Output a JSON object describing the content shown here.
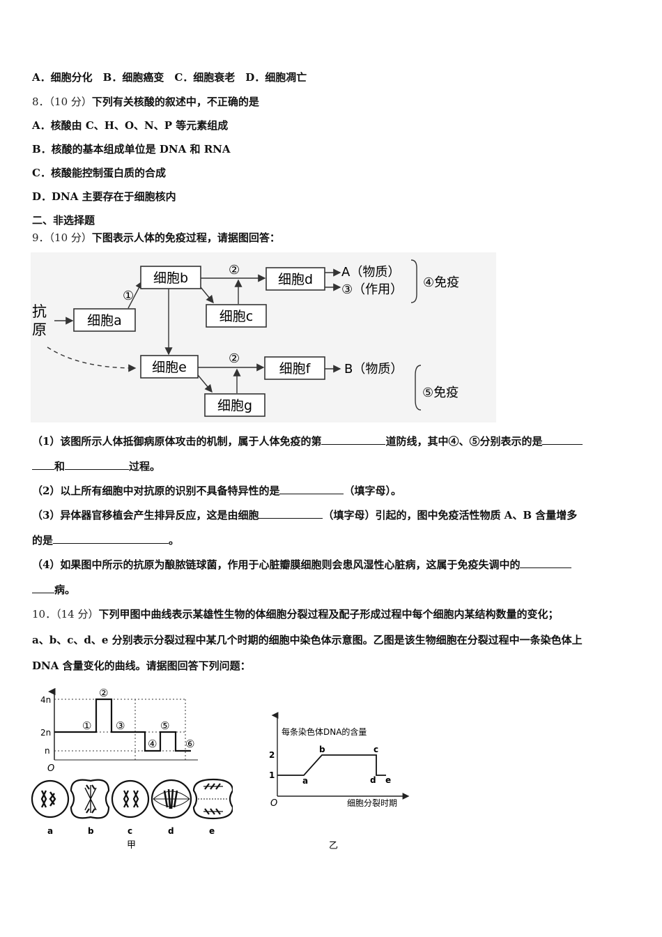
{
  "q7": {
    "options": "A．细胞分化　B．细胞癌变　C．细胞衰老　D．细胞凋亡"
  },
  "q8": {
    "number": "8．",
    "score": "（10 分）",
    "stem": "下列有关核酸的叙述中，不正确的是",
    "options": [
      "A．核酸由 C、H、O、N、P 等元素组成",
      "B．核酸的基本组成单位是 DNA 和 RNA",
      "C．核酸能控制蛋白质的合成",
      "D．DNA 主要存在于细胞核内"
    ]
  },
  "section2": {
    "title": "二、非选择题"
  },
  "q9": {
    "number": "9．",
    "score": "（10 分）",
    "stem": "下图表示人体的免疫过程，请据图回答：",
    "diagram": {
      "antigen": "抗原",
      "cell_a": "细胞a",
      "cell_b": "细胞b",
      "cell_c_upper": "细胞c",
      "cell_d": "细胞d",
      "cell_e": "细胞e",
      "cell_f": "细胞f",
      "cell_g": "细胞g",
      "step1": "①",
      "step2_upper": "②",
      "step2_lower": "②",
      "product_a": "A（物质）",
      "product_3": "③（作用）",
      "product_b": "B（物质）",
      "immunity_4": "④免疫",
      "immunity_5": "⑤免疫"
    },
    "sub1_part1": "（1）该图所示人体抵御病原体攻击的机制，属于人体免疫的第",
    "sub1_part2": "道防线，其中④、⑤分别表示的是",
    "sub1_part3": "和",
    "sub1_part4": "过程。",
    "sub2_part1": "（2）以上所有细胞中对抗原的识别不具备特异性的是",
    "sub2_part2": "（填字母）。",
    "sub3_part1": "（3）异体器官移植会产生排异反应，这是由细胞",
    "sub3_part2": "（填字母）引起的，图中免疫活性物质 A、B 含量增多",
    "sub3_part3": "的是",
    "sub3_part4": "。",
    "sub4_part1": "（4）如果图中所示的抗原为酿脓链球菌，作用于心脏瓣膜细胞则会患风湿性心脏病，这属于免疫失调中的",
    "sub4_part2": "病。"
  },
  "q10": {
    "number": "10．",
    "score": "（14 分）",
    "stem_line1": "下列甲图中曲线表示某雄性生物的体细胞分裂过程及配子形成过程中每个细胞内某结构数量的变化；",
    "stem_line2": "a、b、c、d、e 分别表示分裂过程中某几个时期的细胞中染色体示意图。乙图是该生物细胞在分裂过程中一条染色体上",
    "stem_line3": "DNA 含量变化的曲线。请据图回答下列问题：",
    "figure_jia": {
      "caption": "甲",
      "y_labels": [
        "4n",
        "2n",
        "n"
      ],
      "origin": "O",
      "stages": [
        "①",
        "②",
        "③",
        "④",
        "⑤",
        "⑥"
      ],
      "cell_labels": [
        "a",
        "b",
        "c",
        "d",
        "e"
      ]
    },
    "figure_yi": {
      "caption": "乙",
      "ylabel": "每条染色体DNA的含量",
      "xlabel": "细胞分裂时期",
      "origin": "O",
      "y_ticks": [
        "1",
        "2"
      ],
      "points": [
        "a",
        "b",
        "c",
        "d",
        "e"
      ]
    }
  }
}
